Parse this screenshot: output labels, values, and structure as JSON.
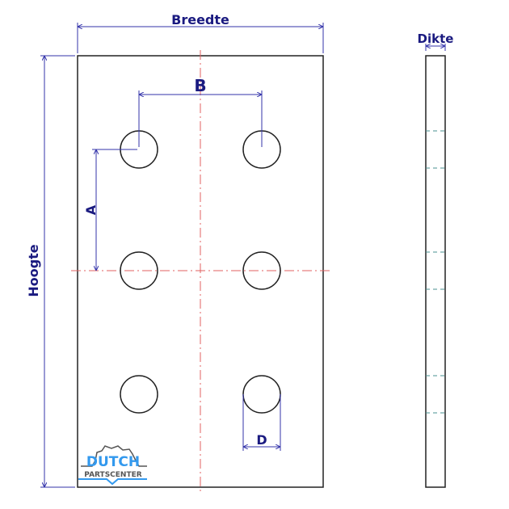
{
  "labels": {
    "width": "Breedte",
    "height": "Hoogte",
    "thickness": "Dikte",
    "hole_spacing_x": "B",
    "hole_spacing_y": "A",
    "hole_diameter": "D"
  },
  "logo": {
    "line1": "DUTCH",
    "line2": "PARTSCENTER"
  },
  "colors": {
    "dimension": "#1a1a80",
    "centerline": "#e06060",
    "logo": "#3399ee"
  }
}
